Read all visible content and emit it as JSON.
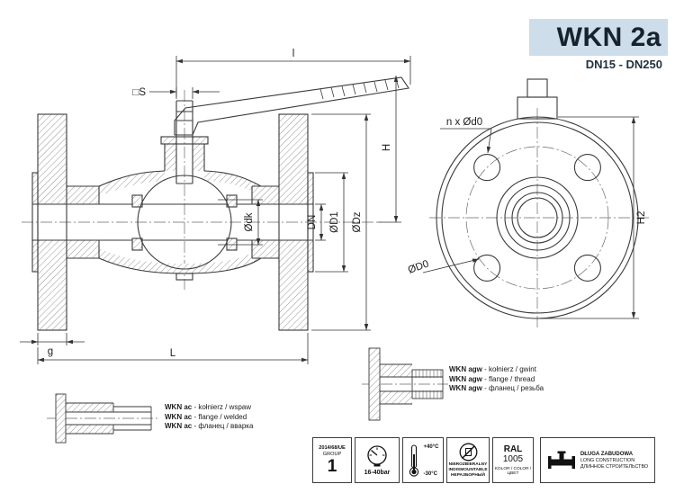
{
  "title": {
    "model": "WKN 2a",
    "range": "DN15 - DN250"
  },
  "dim_labels": {
    "l": "l",
    "s": "□S",
    "H": "H",
    "dk": "Ødk",
    "DN": "DN",
    "D1": "ØD1",
    "Dz": "ØDz",
    "g": "g",
    "L": "L",
    "nxd0": "n x Ød0",
    "D0": "ØD0",
    "H2": "H2"
  },
  "variants": {
    "ac": [
      {
        "code": "WKN ac",
        "desc": " - kołnierz / wspaw"
      },
      {
        "code": "WKN ac",
        "desc": " - flange / welded"
      },
      {
        "code": "WKN ac",
        "desc": " - фланец / вварка"
      }
    ],
    "agw": [
      {
        "code": "WKN agw",
        "desc": " - kołnierz / gwint"
      },
      {
        "code": "WKN agw",
        "desc": " - flange / thread"
      },
      {
        "code": "WKN agw",
        "desc": " - фланец / резьба"
      }
    ]
  },
  "badges": {
    "directive": {
      "line1": "2014/68/UE",
      "line2": "GROUP",
      "number": "1"
    },
    "pressure": {
      "value": "16-40bar"
    },
    "temperature": {
      "max": "+40°C",
      "min": "-30°C"
    },
    "indismountable": [
      "NIEROZBIERALNY",
      "INDISMOUNTABLE",
      "НЕРАЗБОРНЫЙ"
    ],
    "color": {
      "name": "RAL",
      "code": "1005",
      "caption": "KOLOR / COLOR / ЦВЕТ"
    },
    "construction": [
      "DŁUGA ZABUDOWA",
      "LONG CONSTRUCTION",
      "ДЛИННОЕ СТРОИТЕЛЬСТВО"
    ]
  },
  "colors": {
    "title_bg": "#cdddea",
    "ink": "#3a3a3a"
  }
}
